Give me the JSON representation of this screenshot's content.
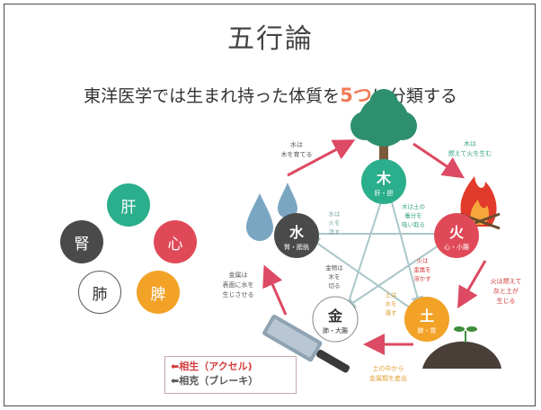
{
  "slide": {
    "title": "五行論",
    "subtitle_before": "東洋医学では生まれ持った体質を",
    "subtitle_highlight": "5つ",
    "subtitle_after": "に分類する"
  },
  "organ_circles": [
    {
      "label": "肝",
      "color": "#2bae8c"
    },
    {
      "label": "心",
      "color": "#e04a58"
    },
    {
      "label": "脾",
      "color": "#f2a227"
    },
    {
      "label": "肺",
      "color": "#ffffff"
    },
    {
      "label": "腎",
      "color": "#4a4a4a"
    }
  ],
  "elements": {
    "wood": {
      "name": "木",
      "organs": "肝・胆",
      "color": "#2bae8c"
    },
    "fire": {
      "name": "火",
      "organs": "心・小腸",
      "color": "#e04a58"
    },
    "earth": {
      "name": "土",
      "organs": "脾・胃",
      "color": "#f2a227"
    },
    "metal": {
      "name": "金",
      "organs": "肺・大腸",
      "color": "#ffffff"
    },
    "water": {
      "name": "水",
      "organs": "腎・膀胱",
      "color": "#4a4a4a"
    }
  },
  "generating_notes": {
    "water_to_wood": [
      "水は",
      "木を育てる"
    ],
    "wood_to_fire": [
      "木は",
      "燃えて火を生む"
    ],
    "fire_to_earth": [
      "火は燃えて",
      "灰と土が",
      "生じる"
    ],
    "earth_to_metal": [
      "土の中から",
      "金属類を産出"
    ],
    "metal_to_water": [
      "金属は",
      "表面に水を",
      "生じさせる"
    ]
  },
  "controlling_notes": {
    "wood_earth": [
      "木は土の",
      "養分を",
      "吸い取る"
    ],
    "water_fire": [
      "水は",
      "火を",
      "消す"
    ],
    "fire_metal": [
      "火は",
      "金属を",
      "溶かす"
    ],
    "earth_water": [
      "土は",
      "水を",
      "濁す"
    ],
    "metal_wood": [
      "金物は",
      "木を",
      "切る"
    ]
  },
  "legend": {
    "generating": "⬅相生（アクセル)",
    "controlling": "⬅相克（ブレーキ）"
  },
  "colors": {
    "generating_arrow": "#dc4a63",
    "controlling_arrow": "#a9c7c9",
    "note_generating": "#d23b3b",
    "note_controlling": "#3aa48a"
  }
}
